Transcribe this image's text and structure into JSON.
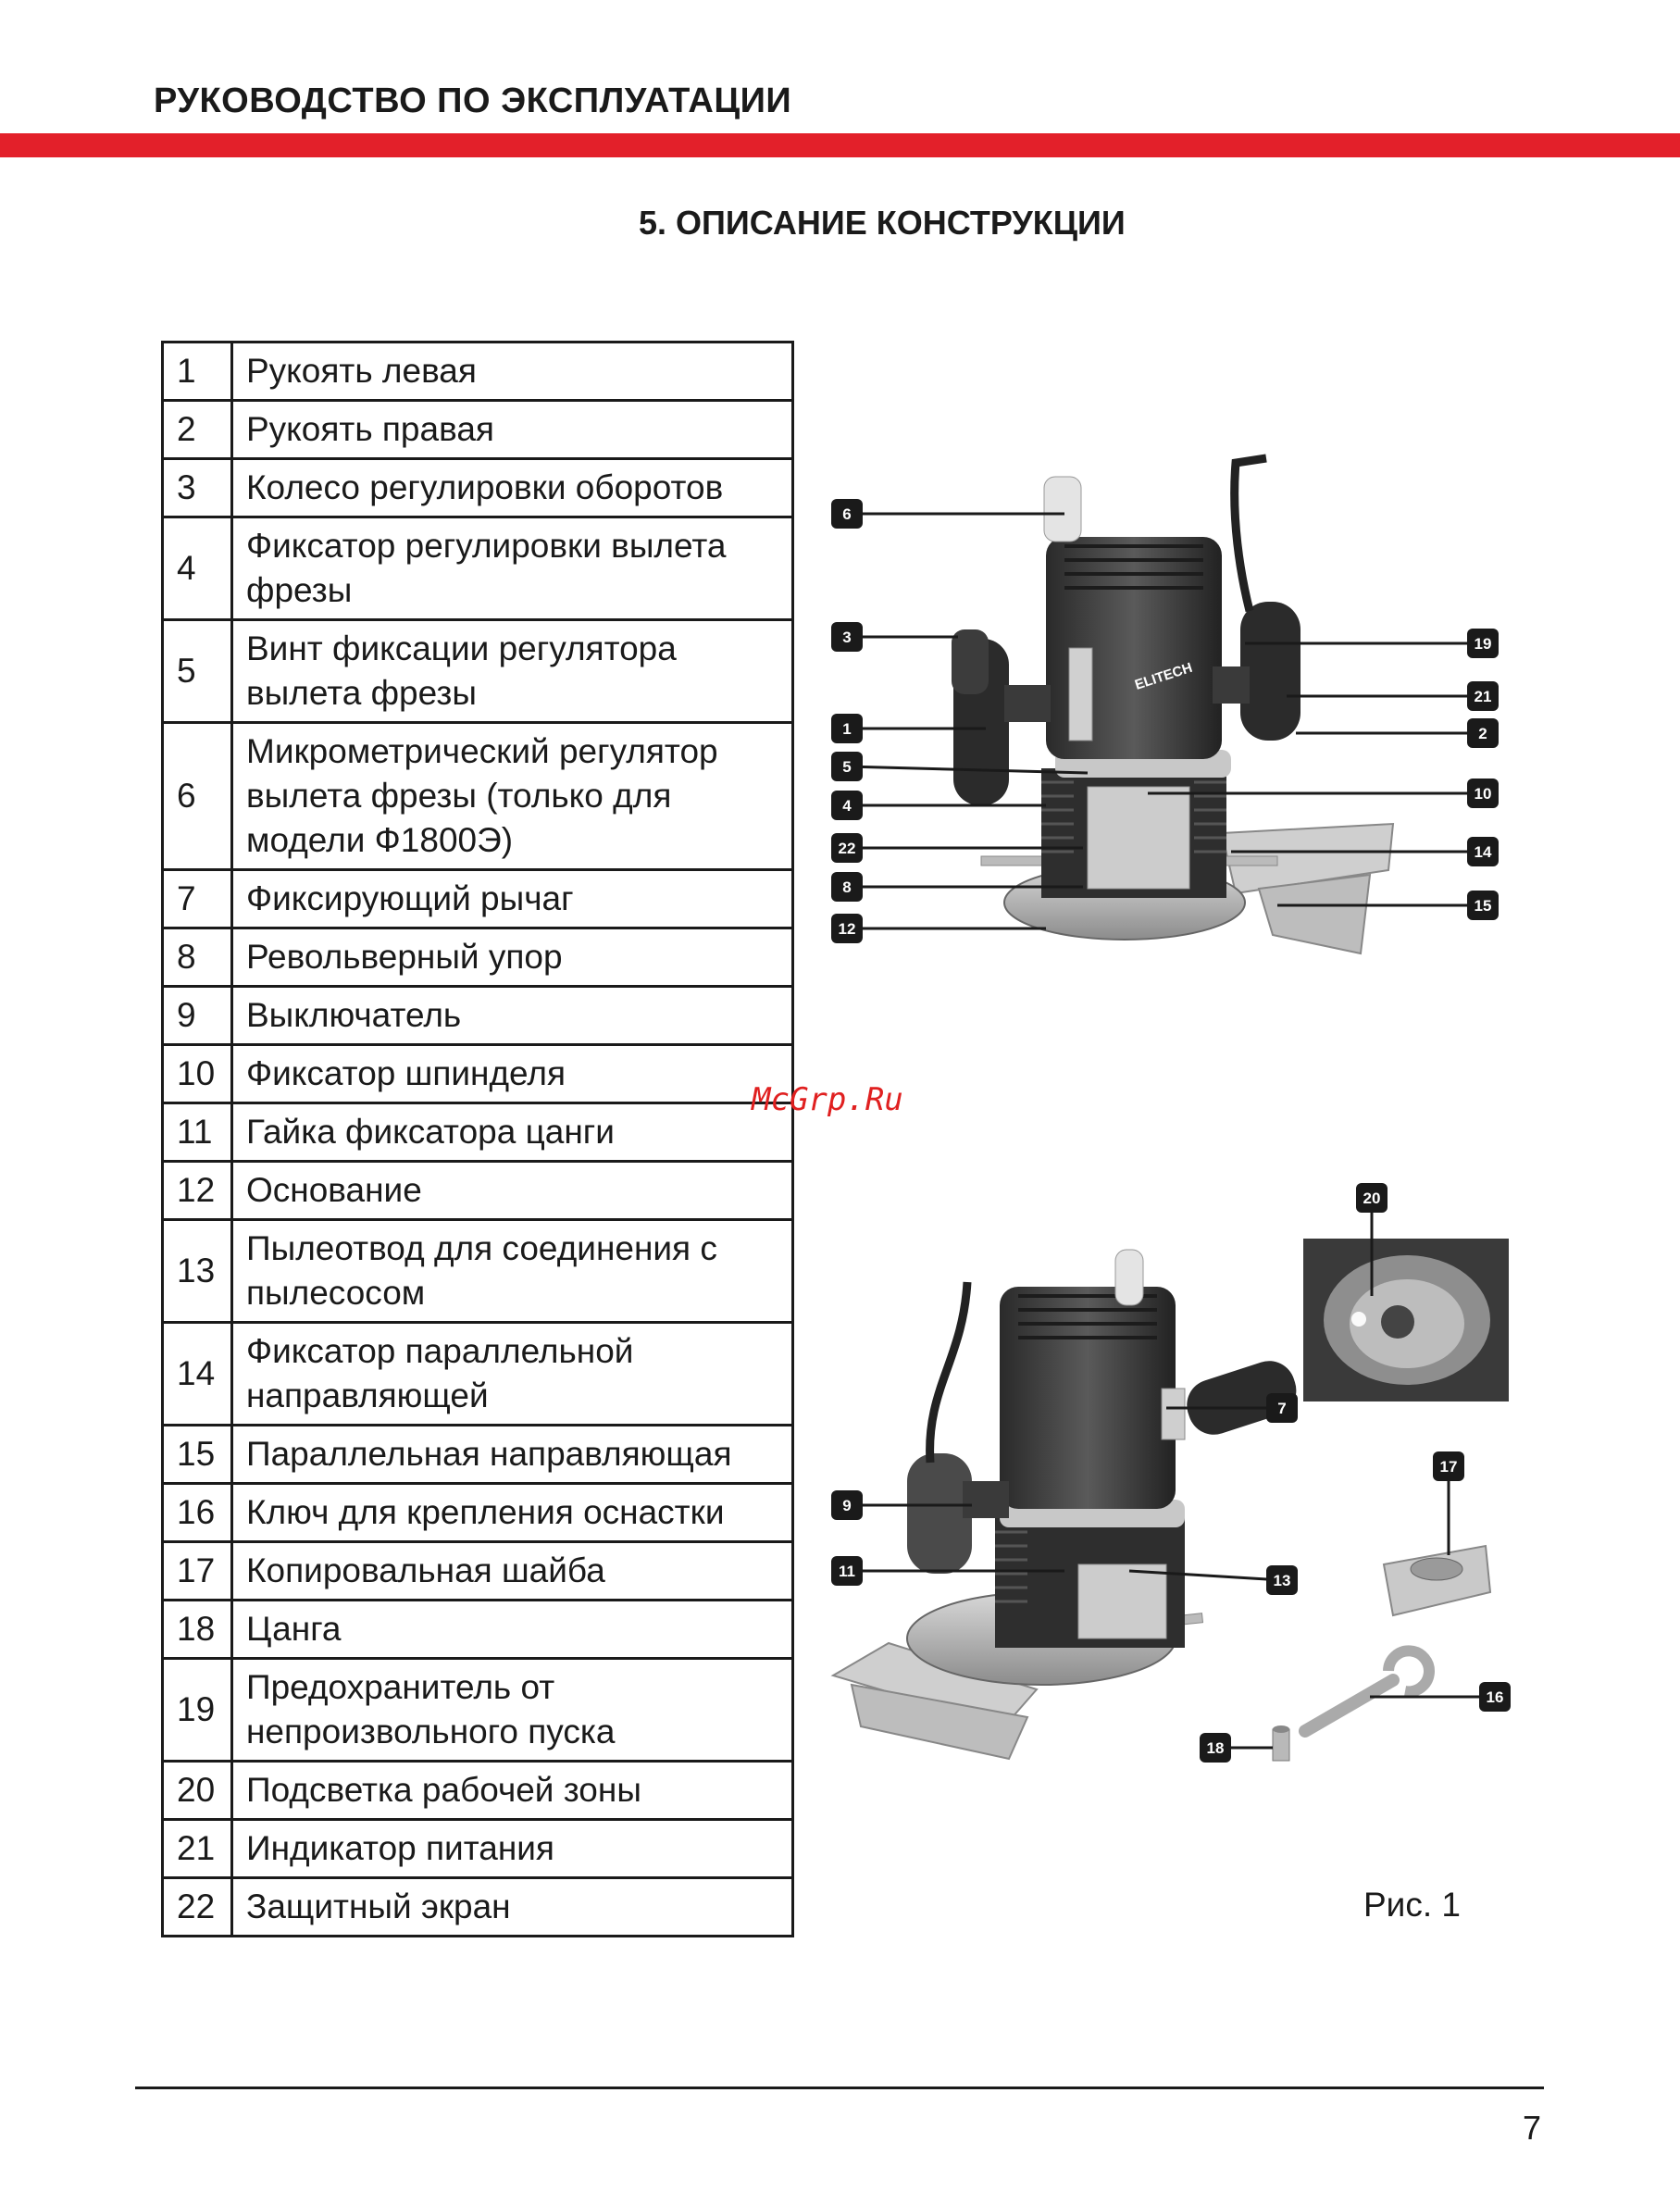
{
  "header": {
    "title": "РУКОВОДСТВО ПО ЭКСПЛУАТАЦИИ"
  },
  "section": {
    "title": "5. ОПИСАНИЕ КОНСТРУКЦИИ"
  },
  "parts": [
    {
      "num": "1",
      "desc": "Рукоять левая"
    },
    {
      "num": "2",
      "desc": "Рукоять правая"
    },
    {
      "num": "3",
      "desc": "Колесо регулировки оборотов"
    },
    {
      "num": "4",
      "desc": "Фиксатор регулировки вылета фрезы"
    },
    {
      "num": "5",
      "desc": "Винт фиксации регулятора вылета фрезы"
    },
    {
      "num": "6",
      "desc": "Микрометрический регулятор вылета фрезы (только для модели Ф1800Э)"
    },
    {
      "num": "7",
      "desc": "Фиксирующий рычаг"
    },
    {
      "num": "8",
      "desc": "Револьверный упор"
    },
    {
      "num": "9",
      "desc": "Выключатель"
    },
    {
      "num": "10",
      "desc": "Фиксатор шпинделя"
    },
    {
      "num": "11",
      "desc": "Гайка фиксатора цанги"
    },
    {
      "num": "12",
      "desc": "Основание"
    },
    {
      "num": "13",
      "desc": "Пылеотвод для соединения с пылесосом"
    },
    {
      "num": "14",
      "desc": "Фиксатор параллельной направляющей"
    },
    {
      "num": "15",
      "desc": "Параллельная направляющая"
    },
    {
      "num": "16",
      "desc": "Ключ для крепления оснастки"
    },
    {
      "num": "17",
      "desc": "Копировальная шайба"
    },
    {
      "num": "18",
      "desc": "Цанга"
    },
    {
      "num": "19",
      "desc": "Предохранитель от непроизвольного пуска"
    },
    {
      "num": "20",
      "desc": "Подсветка рабочей зоны"
    },
    {
      "num": "21",
      "desc": "Индикатор питания"
    },
    {
      "num": "22",
      "desc": "Защитный экран"
    }
  ],
  "figure": {
    "caption": "Рис. 1",
    "brand_label": "ELITECH",
    "callouts_top": [
      "6",
      "3",
      "1",
      "5",
      "4",
      "22",
      "8",
      "12",
      "19",
      "21",
      "2",
      "10",
      "14",
      "15"
    ],
    "callouts_bottom": [
      "9",
      "11",
      "7",
      "13",
      "20",
      "17",
      "16",
      "18"
    ]
  },
  "watermark": "McGrp.Ru",
  "footer": {
    "page_number": "7"
  },
  "colors": {
    "accent": "#e3202a",
    "callout": "#1a1a1a",
    "watermark": "#e02020"
  }
}
